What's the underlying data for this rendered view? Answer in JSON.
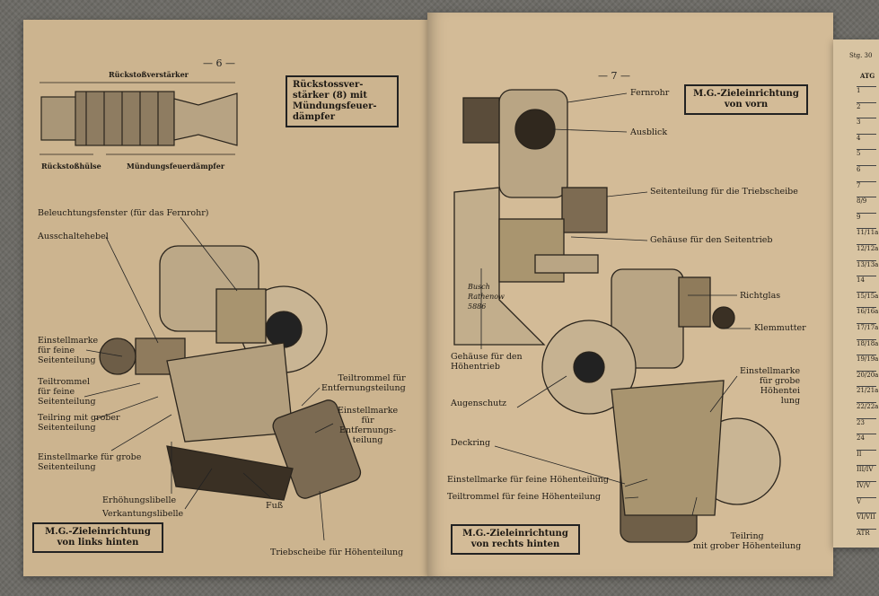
{
  "left_page": {
    "page_number": "— 6 —",
    "top_labels": {
      "recoil_booster": "Rückstoßverstärker",
      "recoil_sleeve": "Rückstoßhülse",
      "muzzle_damper": "Mündungsfeuerdämpfer"
    },
    "info_box": "Rückstossver-\nstärker (8) mit\nMündungsfeuer-\ndämpfer",
    "labels": [
      "Beleuchtungsfenster (für das Fernrohr)",
      "Ausschaltehebel",
      "Einstellmarke\nfür feine\nSeitenteilung",
      "Teiltrommel\nfür feine\nSeitenteilung",
      "Teilring mit grober\nSeitenteilung",
      "Einstellmarke für grobe\nSeitenteilung",
      "Erhöhungslibelle",
      "Verkantungslibelle",
      "Fuß",
      "Teiltrommel für\nEntfernungsteilung",
      "Einstellmarke\nfür\nEntfernungs-\nteilung",
      "Triebscheibe für Höhenteilung"
    ],
    "caption": "M.G.-Zieleinrichtung\nvon links hinten"
  },
  "right_page": {
    "page_number": "— 7 —",
    "title_box": "M.G.-Zieleinrichtung\nvon vorn",
    "labels": [
      "Fernrohr",
      "Ausblick",
      "Seitenteilung für die Triebscheibe",
      "Gehäuse für den Seitentrieb",
      "Gehäuse für den\nHöhentrieb",
      "Richtglas",
      "Klemmutter",
      "Augenschutz",
      "Einstellmarke\nfür grobe\nHöhentei\nlung",
      "Deckring",
      "Einstellmarke für feine Höhenteilung",
      "Teiltrommel für feine Höhenteilung",
      "Teilring\nmit grober Höhenteilung"
    ],
    "maker_stamp": "Busch\nRathenow\n5886",
    "caption": "M.G.-Zieleinrichtung\nvon rechts hinten"
  },
  "third_page": {
    "header": "Stg. 30",
    "col": "ATG",
    "rows": [
      "1",
      "2",
      "3",
      "4",
      "5",
      "6",
      "7",
      "8/9",
      "9",
      "11/11a",
      "12/12a",
      "13/13a",
      "14",
      "15/15a",
      "16/16a",
      "17/17a",
      "18/18a",
      "19/19a",
      "20/20a",
      "21/21a",
      "22/22a",
      "23",
      "24",
      "II",
      "III/IV",
      "IV/V",
      "V",
      "VI/VII",
      "ATR"
    ]
  },
  "colors": {
    "paper_left": "#ccb48f",
    "paper_right": "#d3bb97",
    "ink": "#1e1a14",
    "fabric": "#6d6b66"
  }
}
